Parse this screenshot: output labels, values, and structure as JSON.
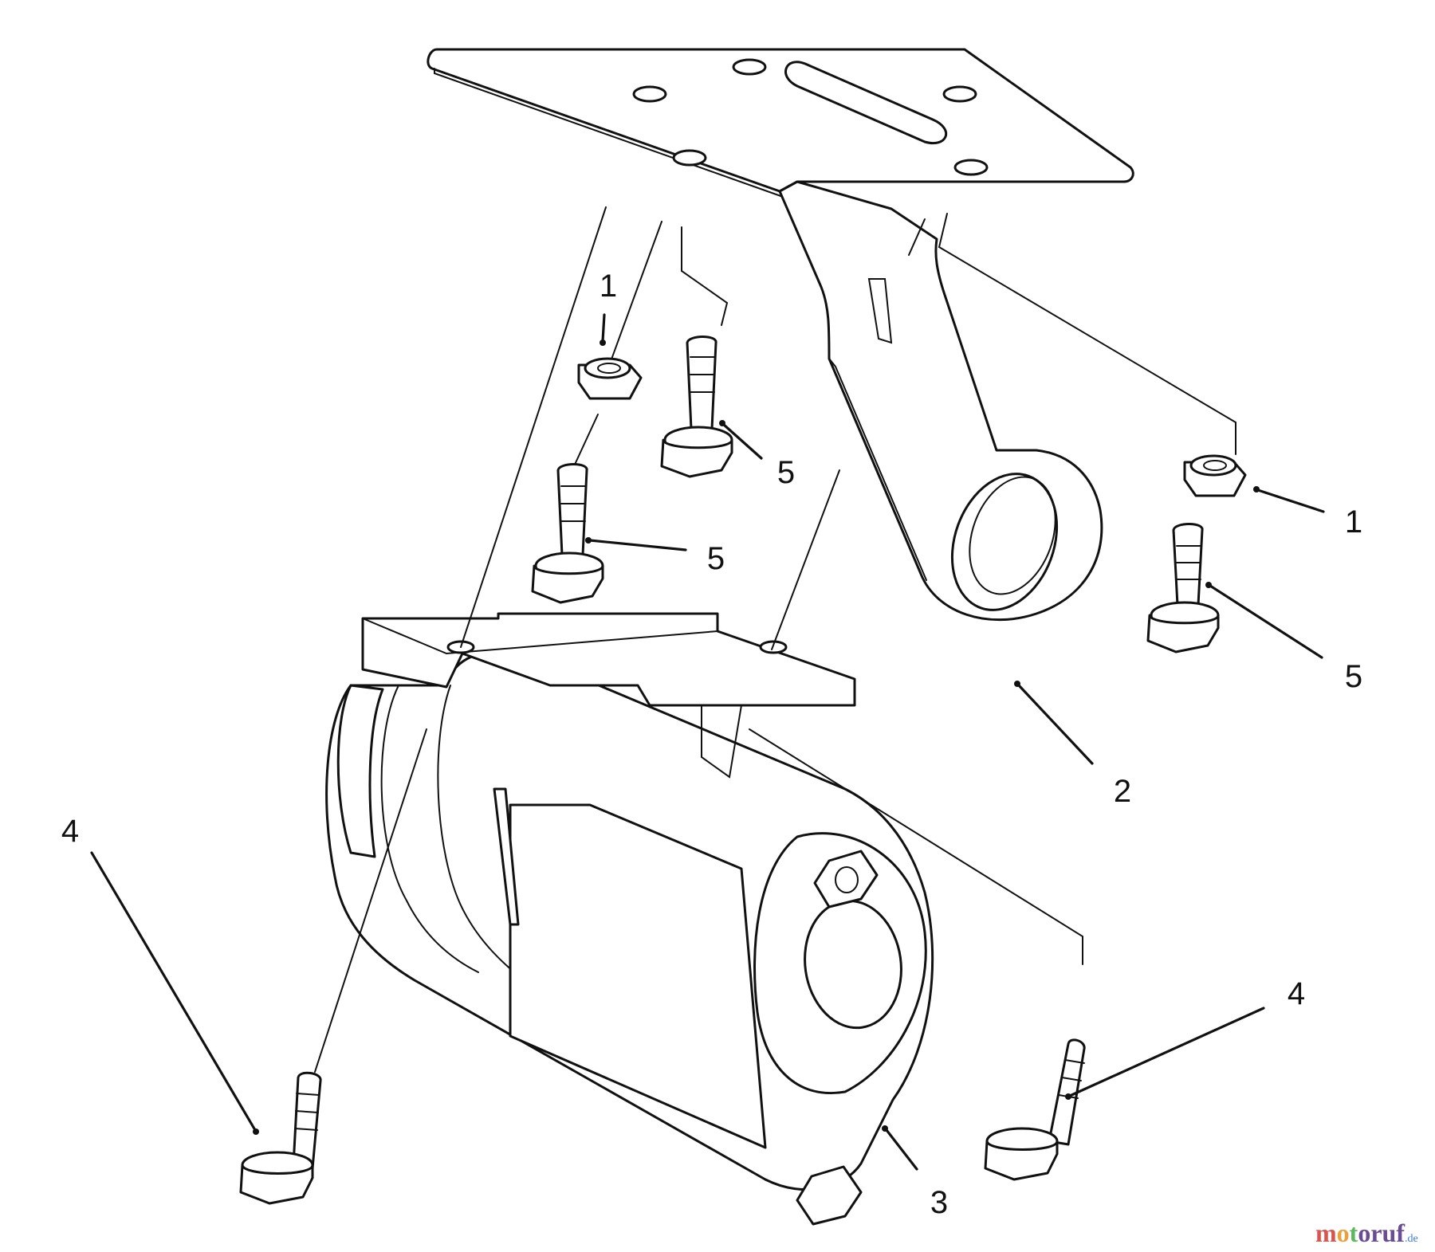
{
  "callouts": [
    {
      "id": "1a",
      "label": "1"
    },
    {
      "id": "1b",
      "label": "1"
    },
    {
      "id": "2",
      "label": "2"
    },
    {
      "id": "3",
      "label": "3"
    },
    {
      "id": "4a",
      "label": "4"
    },
    {
      "id": "4b",
      "label": "4"
    },
    {
      "id": "5a",
      "label": "5"
    },
    {
      "id": "5b",
      "label": "5"
    },
    {
      "id": "5c",
      "label": "5"
    }
  ],
  "watermark": {
    "name": "motoruf",
    "suffix": ".de"
  },
  "colors": {
    "line": "#111111",
    "background": "#ffffff",
    "wm_m": "#d9534f",
    "wm_o": "#e9a23b",
    "wm_t": "#5cb85c",
    "wm_u": "#3b7dd8",
    "wm_rest": "#6a4c93"
  }
}
